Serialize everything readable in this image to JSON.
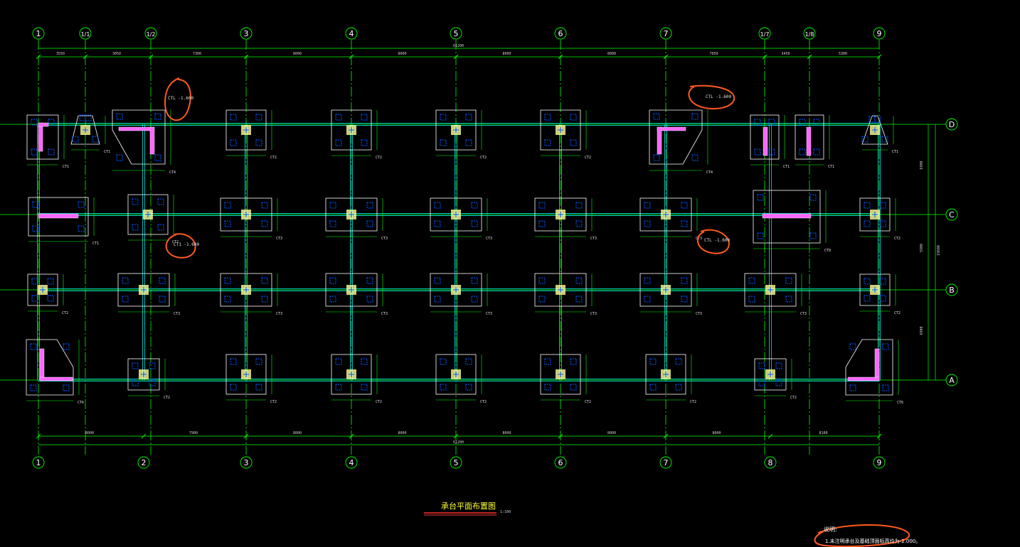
{
  "drawing": {
    "title": "承台平面布置图",
    "scale": "1:100",
    "notes_heading": "说明:",
    "notes_line": "1.未注明承台及基础顶面标高均为-2.000。"
  },
  "axes": {
    "top_labels": [
      "1",
      "1/1",
      "1/2",
      "3",
      "4",
      "5",
      "6",
      "7",
      "1/7",
      "1/8",
      "9"
    ],
    "bottom_labels": [
      "1",
      "2",
      "3",
      "4",
      "5",
      "6",
      "7",
      "8",
      "9"
    ],
    "row_labels": [
      "D",
      "C",
      "B",
      "A"
    ]
  },
  "dimensions": {
    "top_total": "61200",
    "top_segments": [
      "3550",
      "3050",
      "7300",
      "8000",
      "8000",
      "8000",
      "8000",
      "7050",
      "3450",
      "5300"
    ],
    "bottom_total": "61200",
    "bottom_segments": [
      "8000",
      "7900",
      "8000",
      "8000",
      "8000",
      "8000",
      "8000",
      "8100"
    ],
    "right_segments": [
      "6900",
      "5900",
      "6900"
    ],
    "right_total": "19600"
  },
  "pile_caps": {
    "labels": [
      "CT1",
      "CT2",
      "CT3",
      "CT4",
      "CT5",
      "CT6",
      "CT7",
      "CT8"
    ]
  },
  "markups": {
    "circle1": "CTL -1.600",
    "circle2": "CT1 -1.600",
    "circle3": "CTL -1.600",
    "circle4": "CTL -1.600"
  },
  "colors": {
    "background": "#000000",
    "axis_line": "#00ff00",
    "beam_line": "#00ffff",
    "cap_outline": "#ffffff",
    "pile": "#0055ff",
    "wall": "#ff66ff",
    "column": "#ffff99",
    "markup": "#ff5a1f",
    "tag": "#ffff00"
  }
}
